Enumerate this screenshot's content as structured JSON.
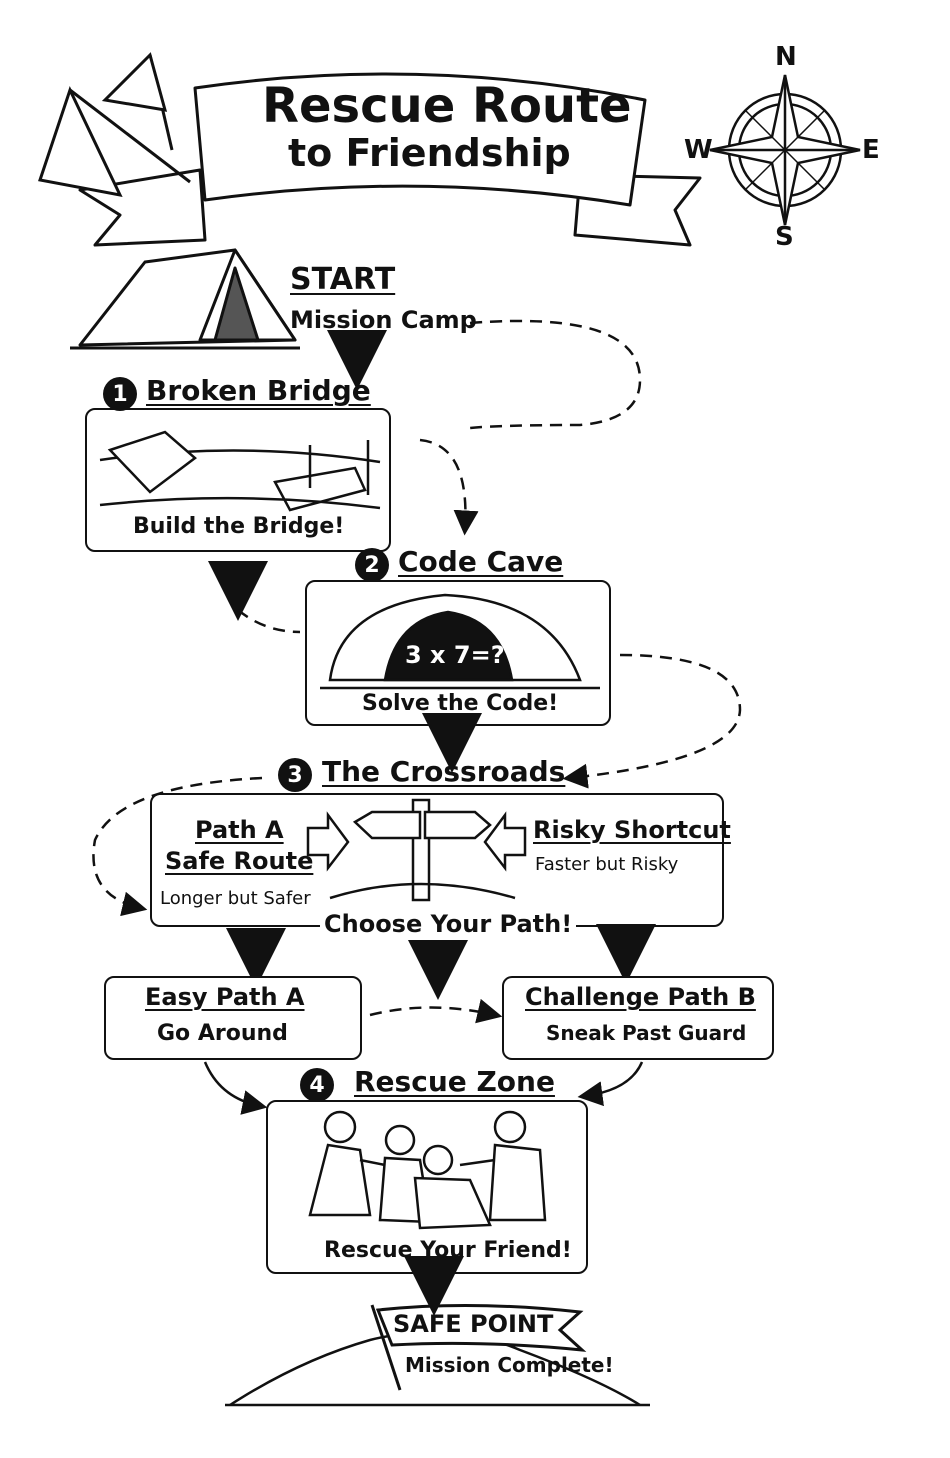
{
  "title": {
    "line1": "Rescue Route",
    "line2": "to Friendship"
  },
  "compass": {
    "n": "N",
    "e": "E",
    "s": "S",
    "w": "W"
  },
  "start": {
    "label": "START",
    "sub": "Mission Camp"
  },
  "steps": [
    {
      "num": "1",
      "title": "Broken Bridge",
      "caption": "Build the Bridge!"
    },
    {
      "num": "2",
      "title": "Code Cave",
      "code": "3 x 7=?",
      "caption": "Solve the Code!"
    },
    {
      "num": "3",
      "title": "The Crossroads",
      "caption": "Choose Your Path!",
      "left": {
        "title1": "Path A",
        "title2": "Safe Route",
        "sub": "Longer but Safer"
      },
      "right": {
        "title": "Risky Shortcut",
        "sub": "Faster but Risky"
      }
    },
    {
      "num": "4",
      "title": "Rescue Zone",
      "caption": "Rescue Your Friend!"
    }
  ],
  "paths": [
    {
      "title": "Easy Path A",
      "sub": "Go Around"
    },
    {
      "title": "Challenge Path B",
      "sub": "Sneak Past Guard"
    }
  ],
  "finish": {
    "label": "SAFE POINT",
    "sub": "Mission Complete!"
  }
}
